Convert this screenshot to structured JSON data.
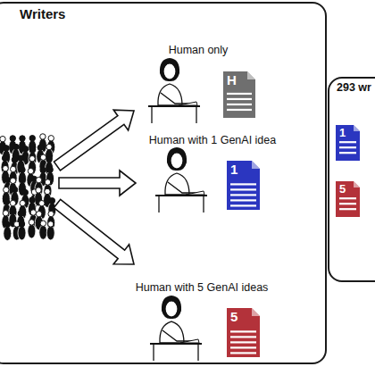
{
  "diagram": {
    "nodes": [
      {
        "text": [
          "Writers"
        ]
      },
      {
        "text": [
          "H"
        ],
        "in": 0
      },
      {
        "text": [
          "1"
        ],
        "in": 0
      },
      {
        "text": [
          "5"
        ],
        "in": 0
      },
      {
        "text": [
          "293 wr"
        ]
      },
      {
        "text": [
          "1"
        ],
        "in": 4
      },
      {
        "text": [
          "5"
        ],
        "in": 4
      }
    ],
    "labels": [
      "Human only",
      "Human with 1 GenAI idea",
      "Human with 5 GenAI ideas"
    ]
  }
}
